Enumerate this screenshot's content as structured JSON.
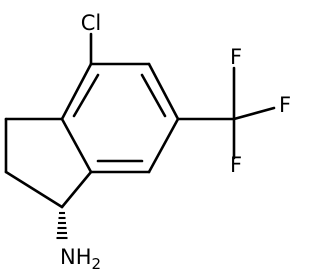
{
  "molecule": {
    "atoms": {
      "chlorine": "Cl",
      "fluorine_top": "F",
      "fluorine_right": "F",
      "fluorine_bottom": "F",
      "amine_n": "N",
      "amine_h": "H",
      "amine_h_count": "2"
    },
    "stereo_center": "wedge-hashed"
  }
}
